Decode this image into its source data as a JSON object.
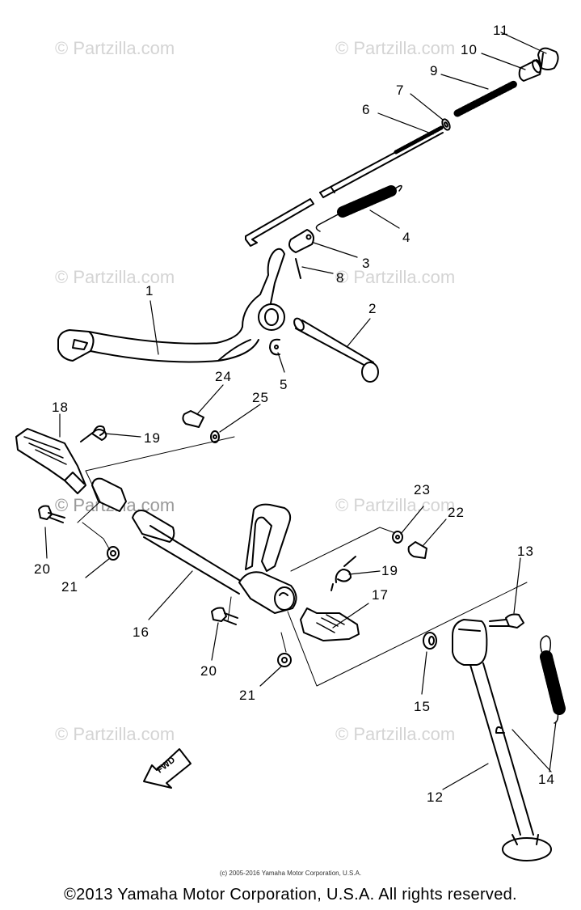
{
  "watermark": "© Partzilla.com",
  "callouts": {
    "c1": "1",
    "c2": "2",
    "c3": "3",
    "c4": "4",
    "c5": "5",
    "c6": "6",
    "c7": "7",
    "c8": "8",
    "c9": "9",
    "c10": "10",
    "c11": "11",
    "c12": "12",
    "c13": "13",
    "c14": "14",
    "c15": "15",
    "c16": "16",
    "c17": "17",
    "c18": "18",
    "c19a": "19",
    "c19b": "19",
    "c20a": "20",
    "c20b": "20",
    "c21a": "21",
    "c21b": "21",
    "c22": "22",
    "c23": "23",
    "c24": "24",
    "c25": "25"
  },
  "fwd_label": "FWD",
  "small_copyright": "(c) 2005-2016 Yamaha Motor Corporation, U.S.A.",
  "copyright": "©2013 Yamaha Motor Corporation, U.S.A. All rights reserved."
}
